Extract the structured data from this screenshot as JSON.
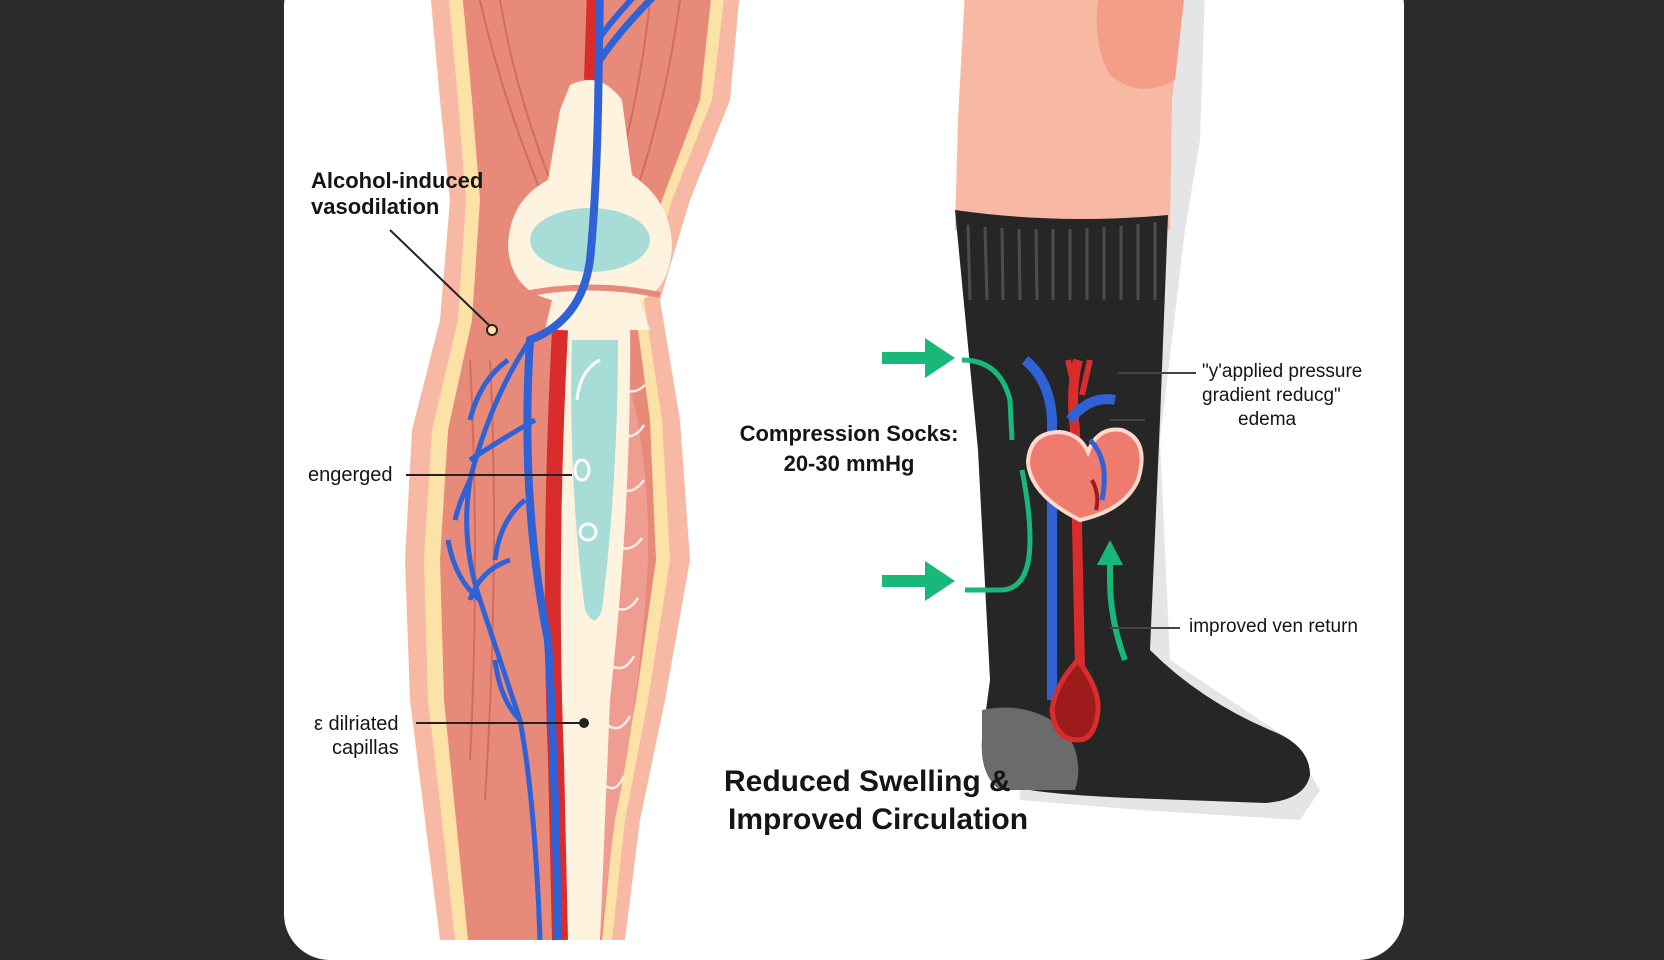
{
  "labels": {
    "vasodilation_line1": "Alcohol-induced",
    "vasodilation_line2": "vasodilation",
    "engorged": "engerged",
    "capillaries_line1": "ε dilriated",
    "capillaries_line2": "capillas",
    "compression_line1": "Compression Socks:",
    "compression_line2": "20-30 mmHg",
    "pressure_line1": "\"y'applied pressure",
    "pressure_line2": "gradient reducg\"",
    "pressure_line3": "edema",
    "venous_return": "improved ven return",
    "outcome_line1": "Reduced Swelling &",
    "outcome_line2": "Improved Circulation"
  },
  "colors": {
    "background": "#2b2b2b",
    "card": "#ffffff",
    "vein": "#2f62d6",
    "artery": "#d92c2c",
    "arrow": "#17b87a",
    "sock": "#262626",
    "skin": "#f7b9a4",
    "muscle": "#e88a7a",
    "bone": "#fdf3df",
    "marrow": "#a8dcd6"
  },
  "icons": [
    "leg-anatomy-illustration",
    "compression-sock-illustration",
    "heart-icon",
    "arrow-right-icon",
    "arrow-up-icon"
  ]
}
